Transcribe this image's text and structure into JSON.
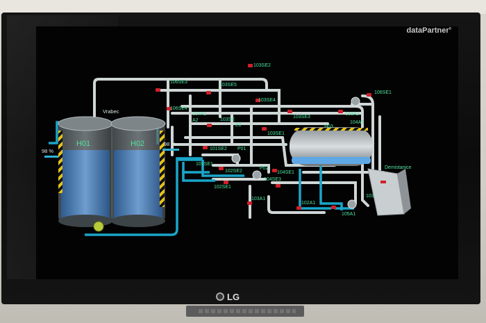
{
  "brand": {
    "name": "dataPartner",
    "mark": "s"
  },
  "monitor": {
    "logo": "LG"
  },
  "scada": {
    "title_left": "Vrabec",
    "level_left": "98 %",
    "level_mid": "98 %",
    "tank1": "H01",
    "tank2": "H02",
    "tank3": "H03",
    "unit_right": "Demistanice",
    "tags": {
      "t106SE3": "106SE3",
      "t103SE2": "103SE2",
      "t103SE5": "103SE5",
      "t106SE1": "106SE1",
      "t106SE4": "106SE4",
      "t103SE4": "103SE4",
      "t107A1": "107A1",
      "t107A2": "A2",
      "t103SE6": "103SE",
      "tE0": "E0",
      "t103SE3": "103SE3",
      "t103SE1": "103SE1",
      "t101SE2": "101SE2",
      "tP01": "P01",
      "t101SE1": "101SE1",
      "t102SE2": "102SE2",
      "tP02": "P02",
      "t104SE1": "104SE1",
      "t102SE1": "102SE1",
      "t104SE3": "104SE3",
      "t103A1": "103A1",
      "t102A1": "102A1",
      "t105A1": "105A1",
      "t103": "103",
      "t104A2": "104A2",
      "t103A2": "103A2"
    }
  },
  "colors": {
    "pipe": "#cfd6d6",
    "water_pipe": "#1aa6c9",
    "tag": "#4fe3a0",
    "valve": "#d0202a",
    "tank_fill": "#4a86c8"
  }
}
